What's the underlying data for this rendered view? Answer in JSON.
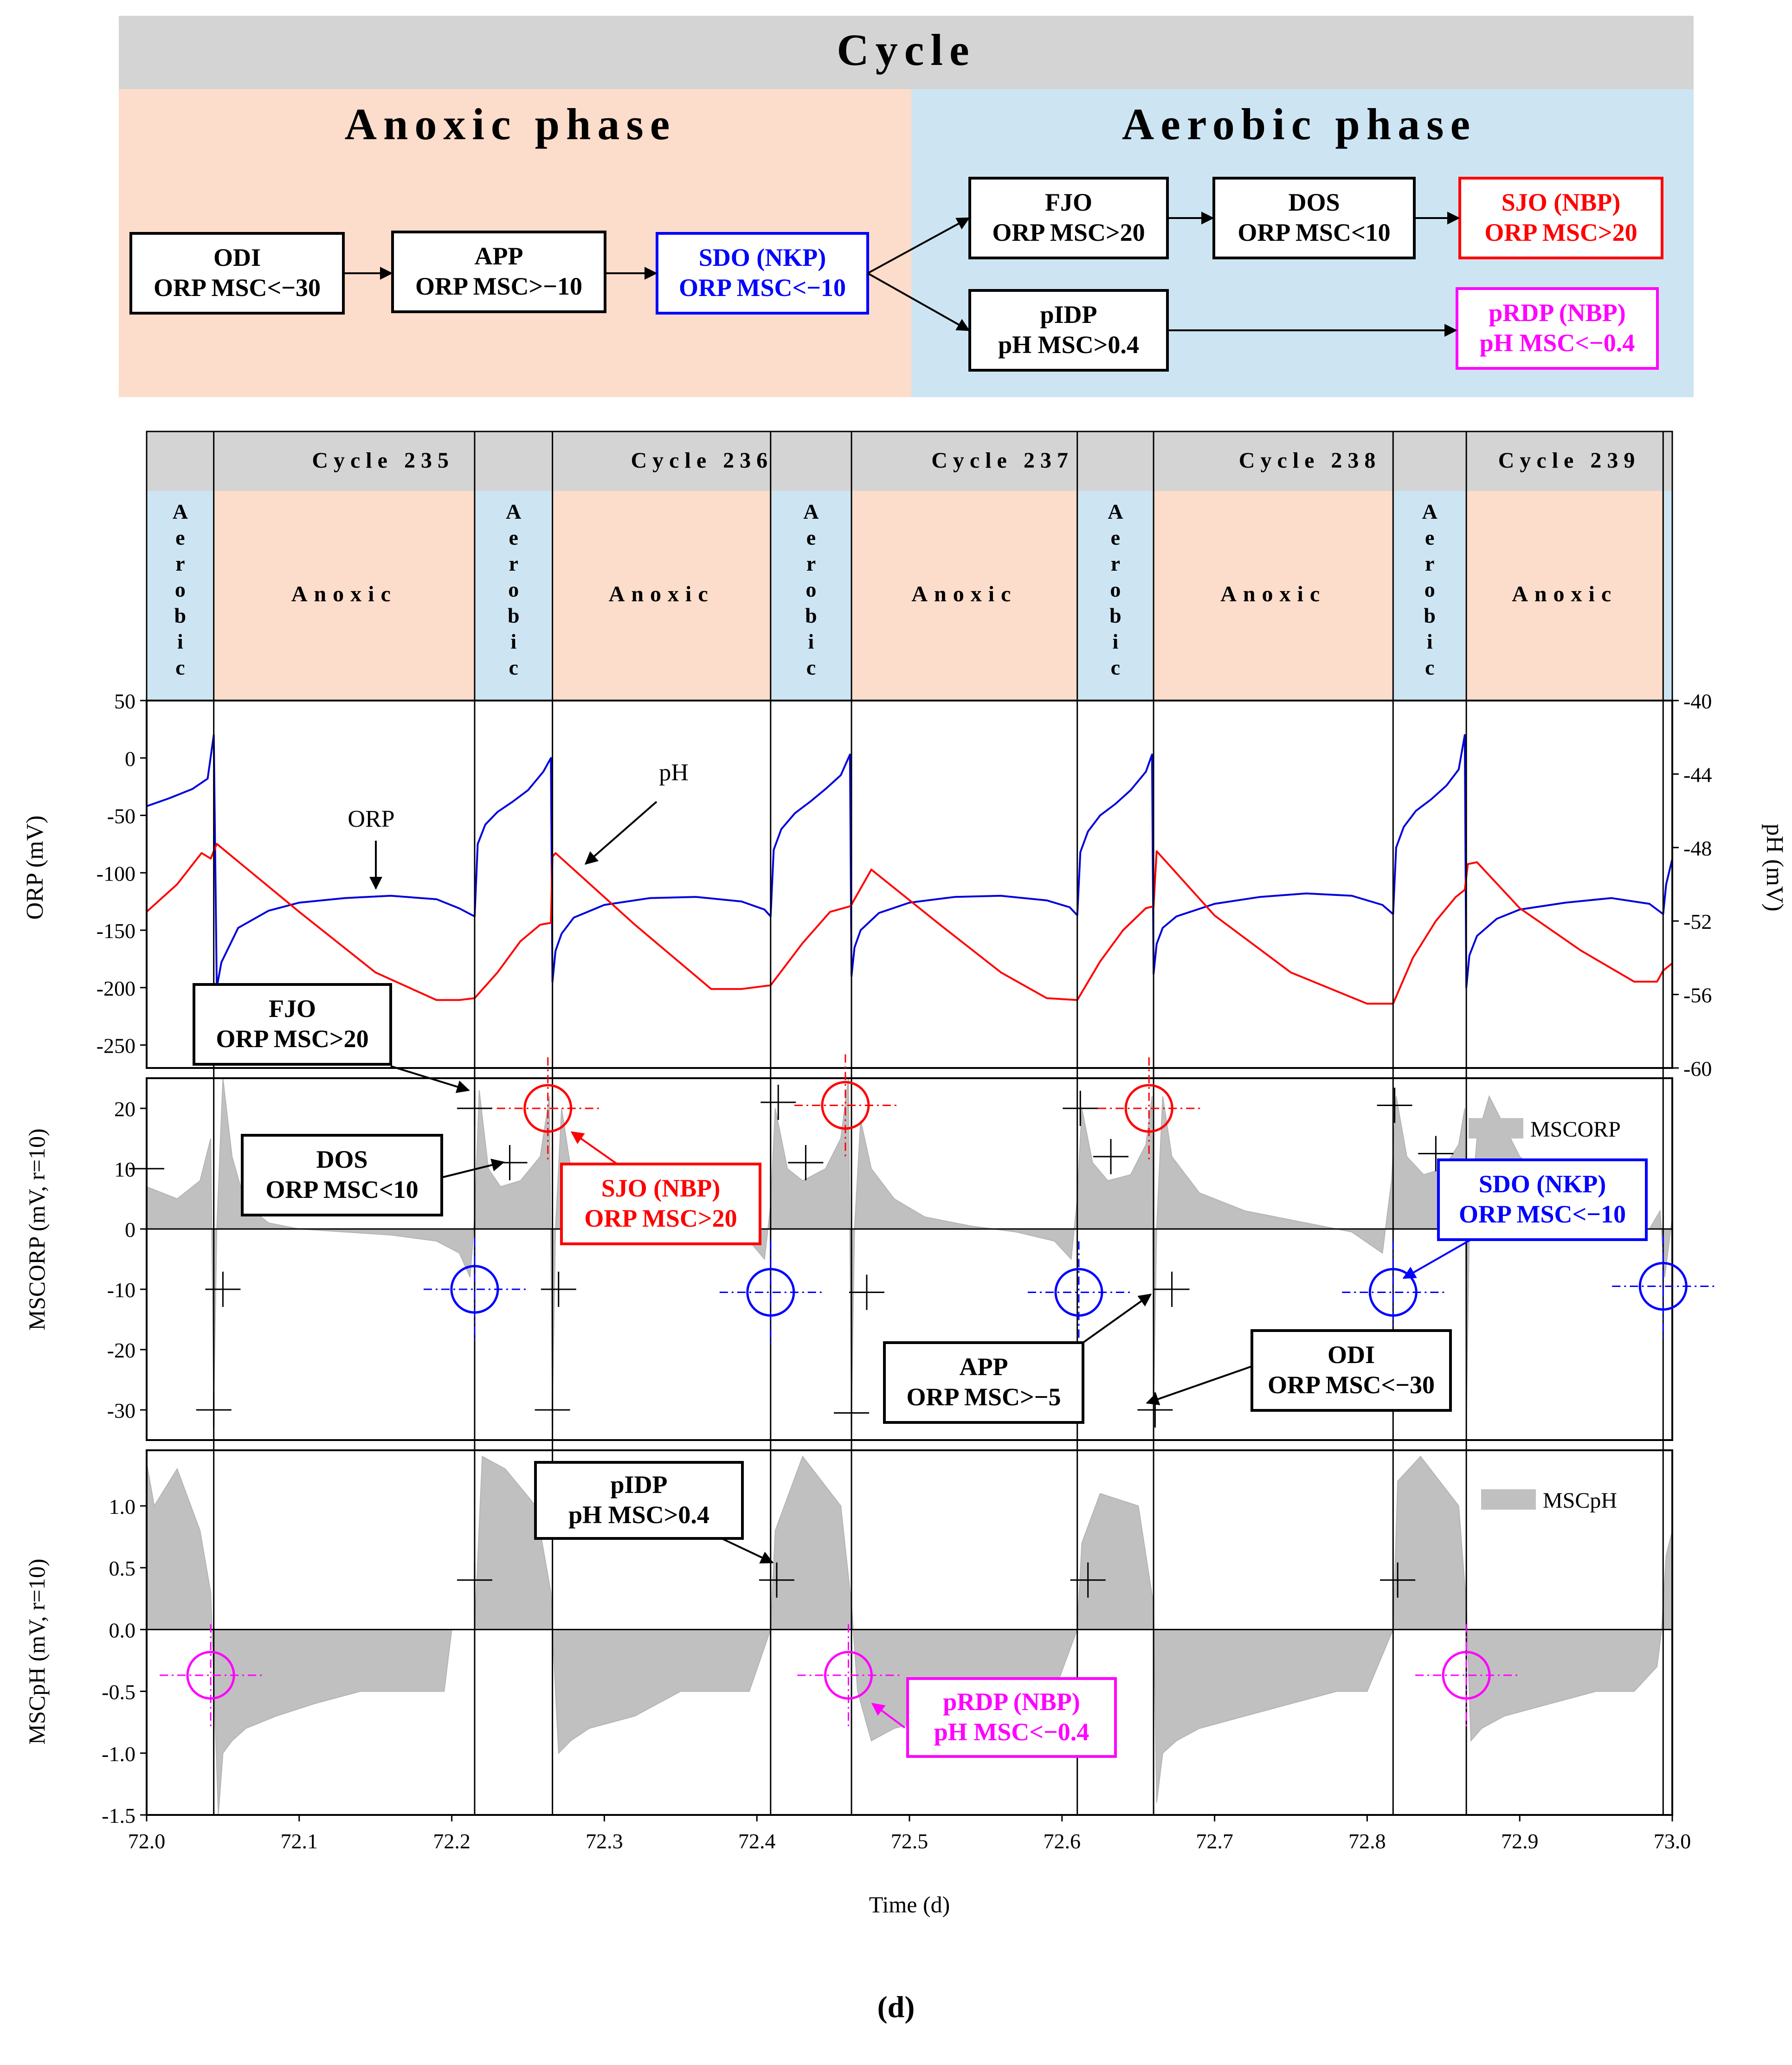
{
  "flowchart": {
    "title": "Cycle",
    "anoxic_title": "Anoxic phase",
    "aerobic_title": "Aerobic phase",
    "boxes": [
      {
        "id": "odi",
        "line1": "ODI",
        "line2": "ORP MSC<−30",
        "color": "#000000"
      },
      {
        "id": "app",
        "line1": "APP",
        "line2": "ORP MSC>−10",
        "color": "#000000"
      },
      {
        "id": "sdo",
        "line1": "SDO (NKP)",
        "line2": "ORP MSC<−10",
        "color": "#0000ff"
      },
      {
        "id": "fjo",
        "line1": "FJO",
        "line2": "ORP MSC>20",
        "color": "#000000"
      },
      {
        "id": "dos",
        "line1": "DOS",
        "line2": "ORP MSC<10",
        "color": "#000000"
      },
      {
        "id": "sjo",
        "line1": "SJO (NBP)",
        "line2": "ORP MSC>20",
        "color": "#ff0000"
      },
      {
        "id": "pidp",
        "line1": "pIDP",
        "line2": "pH MSC>0.4",
        "color": "#000000"
      },
      {
        "id": "prdp",
        "line1": "pRDP (NBP)",
        "line2": "pH MSC<−0.4",
        "color": "#ff00ff"
      }
    ]
  },
  "timeline": {
    "cycles": [
      {
        "label": "Cycle 235",
        "start": 72.044,
        "end": 72.266
      },
      {
        "label": "Cycle 236",
        "start": 72.266,
        "end": 72.462
      },
      {
        "label": "Cycle 237",
        "start": 72.462,
        "end": 72.66
      },
      {
        "label": "Cycle 238",
        "start": 72.66,
        "end": 72.865
      },
      {
        "label": "Cycle 239",
        "start": 72.865,
        "end": 73.0
      }
    ],
    "phases": [
      {
        "label": "Aerobic",
        "start": 72.0,
        "end": 72.044
      },
      {
        "label": "Anoxic",
        "start": 72.044,
        "end": 72.215
      },
      {
        "label": "Aerobic",
        "start": 72.215,
        "end": 72.266
      },
      {
        "label": "Anoxic",
        "start": 72.266,
        "end": 72.409
      },
      {
        "label": "Aerobic",
        "start": 72.409,
        "end": 72.462
      },
      {
        "label": "Anoxic",
        "start": 72.462,
        "end": 72.61
      },
      {
        "label": "Aerobic",
        "start": 72.61,
        "end": 72.66
      },
      {
        "label": "Anoxic",
        "start": 72.66,
        "end": 72.817
      },
      {
        "label": "Aerobic",
        "start": 72.817,
        "end": 72.865
      },
      {
        "label": "Anoxic",
        "start": 72.865,
        "end": 72.994
      },
      {
        "label": "",
        "start": 72.994,
        "end": 73.0
      }
    ],
    "colors": {
      "aerobic": "#cde5f3",
      "anoxic": "#fcdcca",
      "cycle_header": "#d4d4d4"
    }
  },
  "chart_data": [
    {
      "type": "line",
      "panel": "ORP and pH",
      "ylabel": "ORP (mV)",
      "y2label": "pH (mV)",
      "xlim": [
        72.0,
        73.0
      ],
      "ylim": [
        -270,
        50
      ],
      "yticks": [
        50,
        0,
        -50,
        -100,
        -150,
        -200,
        -250
      ],
      "y2lim": [
        -60,
        -40
      ],
      "y2ticks": [
        -40,
        -44,
        -48,
        -52,
        -56,
        -60
      ],
      "annotations": [
        {
          "text": "ORP",
          "target": [
            72.15,
            -120
          ]
        },
        {
          "text": "pH",
          "target": [
            72.28,
            -48.6
          ]
        }
      ],
      "series": [
        {
          "name": "ORP",
          "color": "#0000dd",
          "x": [
            72.0,
            72.015,
            72.03,
            72.04,
            72.044,
            72.046,
            72.049,
            72.06,
            72.08,
            72.1,
            72.13,
            72.16,
            72.19,
            72.205,
            72.215,
            72.217,
            72.222,
            72.23,
            72.24,
            72.25,
            72.26,
            72.265,
            72.266,
            72.268,
            72.272,
            72.28,
            72.3,
            72.33,
            72.36,
            72.39,
            72.405,
            72.409,
            72.411,
            72.416,
            72.425,
            72.435,
            72.445,
            72.455,
            72.461,
            72.462,
            72.464,
            72.468,
            72.48,
            72.5,
            72.53,
            72.56,
            72.59,
            72.605,
            72.61,
            72.612,
            72.617,
            72.625,
            72.635,
            72.645,
            72.655,
            72.659,
            72.66,
            72.662,
            72.666,
            72.675,
            72.7,
            72.73,
            72.76,
            72.79,
            72.81,
            72.817,
            72.819,
            72.824,
            72.832,
            72.842,
            72.852,
            72.86,
            72.864,
            72.865,
            72.867,
            72.872,
            72.885,
            72.9,
            72.93,
            72.96,
            72.985,
            72.994,
            72.996,
            73.0
          ],
          "y": [
            -42,
            -35,
            -27,
            -18,
            20,
            -200,
            -178,
            -148,
            -133,
            -126,
            -122,
            -120,
            -123,
            -131,
            -138,
            -75,
            -58,
            -47,
            -38,
            -28,
            -12,
            0,
            -195,
            -168,
            -153,
            -139,
            -128,
            -122,
            -121,
            -125,
            -132,
            -138,
            -80,
            -62,
            -48,
            -38,
            -27,
            -15,
            3,
            -190,
            -165,
            -150,
            -135,
            -126,
            -121,
            -120,
            -124,
            -130,
            -137,
            -82,
            -64,
            -50,
            -40,
            -28,
            -12,
            3,
            -188,
            -162,
            -148,
            -138,
            -127,
            -121,
            -118,
            -120,
            -128,
            -136,
            -78,
            -60,
            -46,
            -36,
            -24,
            -10,
            20,
            -200,
            -172,
            -155,
            -140,
            -132,
            -126,
            -122,
            -127,
            -136,
            -110,
            -88
          ]
        },
        {
          "name": "pH",
          "color": "#ff0000",
          "x": [
            72.0,
            72.02,
            72.036,
            72.042,
            72.046,
            72.1,
            72.15,
            72.19,
            72.205,
            72.215,
            72.23,
            72.245,
            72.258,
            72.265,
            72.266,
            72.268,
            72.32,
            72.37,
            72.39,
            72.409,
            72.43,
            72.448,
            72.461,
            72.462,
            72.475,
            72.52,
            72.56,
            72.59,
            72.61,
            72.625,
            72.64,
            72.655,
            72.66,
            72.662,
            72.7,
            72.75,
            72.8,
            72.817,
            72.83,
            72.845,
            72.858,
            72.864,
            72.866,
            72.872,
            72.9,
            72.94,
            72.975,
            72.99,
            72.994,
            73.0
          ],
          "y": [
            -51.5,
            -50,
            -48.3,
            -48.6,
            -47.8,
            -51.5,
            -54.8,
            -56.3,
            -56.3,
            -56.2,
            -54.8,
            -53.1,
            -52.2,
            -52.1,
            -48.5,
            -48.3,
            -52.2,
            -55.7,
            -55.7,
            -55.5,
            -53.2,
            -51.5,
            -51.2,
            -51.1,
            -49.2,
            -52.2,
            -54.8,
            -56.2,
            -56.3,
            -54.2,
            -52.5,
            -51.3,
            -51.2,
            -48.2,
            -51.7,
            -54.8,
            -56.5,
            -56.5,
            -54,
            -52,
            -50.7,
            -50.3,
            -48.9,
            -48.8,
            -51.3,
            -53.6,
            -55.3,
            -55.3,
            -54.7,
            -54.3
          ]
        }
      ]
    },
    {
      "type": "area",
      "panel": "MSC ORP",
      "ylabel": "MSCORP (mV, r=10)",
      "legend": "MSCORP",
      "xlim": [
        72.0,
        73.0
      ],
      "ylim": [
        -35,
        25
      ],
      "yticks": [
        20,
        10,
        0,
        -10,
        -20,
        -30
      ],
      "x": [
        72.0,
        72.02,
        72.035,
        72.042,
        72.044,
        72.046,
        72.05,
        72.056,
        72.065,
        72.08,
        72.1,
        72.13,
        72.16,
        72.19,
        72.205,
        72.212,
        72.215,
        72.218,
        72.224,
        72.232,
        72.245,
        72.258,
        72.264,
        72.266,
        72.268,
        72.272,
        72.278,
        72.29,
        72.31,
        72.34,
        72.37,
        72.395,
        72.405,
        72.409,
        72.412,
        72.42,
        72.43,
        72.445,
        72.455,
        72.46,
        72.462,
        72.464,
        72.468,
        72.475,
        72.49,
        72.51,
        72.54,
        72.57,
        72.595,
        72.606,
        72.61,
        72.613,
        72.62,
        72.63,
        72.645,
        72.655,
        72.659,
        72.66,
        72.662,
        72.666,
        72.672,
        72.69,
        72.72,
        72.76,
        72.79,
        72.81,
        72.816,
        72.819,
        72.826,
        72.837,
        72.85,
        72.86,
        72.864,
        72.865,
        72.867,
        72.872,
        72.88,
        72.9,
        72.93,
        72.96,
        72.985,
        72.992,
        72.995,
        73.0
      ],
      "values": [
        7,
        5,
        8,
        15,
        -30,
        0,
        25,
        12,
        4,
        1,
        0,
        -0.5,
        -1,
        -2,
        -4,
        -8,
        2,
        23,
        10,
        7,
        8,
        12,
        22,
        -30,
        0,
        20,
        10,
        4,
        1,
        0,
        -0.5,
        -2,
        -5,
        4,
        20,
        10,
        8,
        10,
        15,
        25,
        -31,
        0,
        18,
        10,
        5,
        2,
        0.5,
        -0.5,
        -2,
        -5,
        5,
        20,
        11,
        8,
        9,
        14,
        22,
        -30,
        0,
        22,
        12,
        6,
        3,
        1,
        -0.5,
        -4,
        8,
        22,
        12,
        9,
        10,
        14,
        20,
        -32,
        0,
        15,
        22,
        12,
        6,
        2,
        0,
        3,
        -8,
        2
      ],
      "markers": [
        {
          "type": "cross",
          "x": 72.0,
          "y": 10,
          "label": ""
        },
        {
          "type": "cross",
          "x": 72.05,
          "y": -10,
          "label": "APP"
        },
        {
          "type": "cross",
          "x": 72.044,
          "y": -30,
          "label": "ODI"
        },
        {
          "type": "cross",
          "x": 72.215,
          "y": 20,
          "label": "FJO"
        },
        {
          "type": "cross",
          "x": 72.238,
          "y": 11,
          "label": "DOS"
        },
        {
          "type": "cross",
          "x": 72.27,
          "y": -10,
          "label": "APP"
        },
        {
          "type": "cross",
          "x": 72.266,
          "y": -30,
          "label": "ODI"
        },
        {
          "type": "cross",
          "x": 72.414,
          "y": 21,
          "label": "FJO"
        },
        {
          "type": "cross",
          "x": 72.432,
          "y": 11,
          "label": "DOS"
        },
        {
          "type": "cross",
          "x": 72.472,
          "y": -10.5,
          "label": "APP"
        },
        {
          "type": "cross",
          "x": 72.462,
          "y": -30.5,
          "label": "ODI"
        },
        {
          "type": "cross",
          "x": 72.612,
          "y": 20,
          "label": "FJO"
        },
        {
          "type": "cross",
          "x": 72.632,
          "y": 12,
          "label": "DOS"
        },
        {
          "type": "cross",
          "x": 72.672,
          "y": -10,
          "label": "APP"
        },
        {
          "type": "cross",
          "x": 72.661,
          "y": -30,
          "label": "ODI"
        },
        {
          "type": "cross",
          "x": 72.818,
          "y": 20.5,
          "label": "FJO"
        },
        {
          "type": "cross",
          "x": 72.845,
          "y": 12.5,
          "label": "DOS"
        },
        {
          "type": "circle",
          "x": 72.263,
          "y": 20,
          "color": "#ff0000",
          "label": "SJO (NBP)"
        },
        {
          "type": "circle",
          "x": 72.458,
          "y": 20.5,
          "color": "#ff0000",
          "label": "SJO (NBP)"
        },
        {
          "type": "circle",
          "x": 72.657,
          "y": 20,
          "color": "#ff0000",
          "label": "SJO (NBP)"
        },
        {
          "type": "circle",
          "x": 72.215,
          "y": -10,
          "color": "#0000ff",
          "label": "SDO (NKP)"
        },
        {
          "type": "circle",
          "x": 72.409,
          "y": -10.5,
          "color": "#0000ff",
          "label": "SDO (NKP)"
        },
        {
          "type": "circle",
          "x": 72.611,
          "y": -10.5,
          "color": "#0000ff",
          "label": "SDO (NKP)"
        },
        {
          "type": "circle",
          "x": 72.817,
          "y": -10.5,
          "color": "#0000ff",
          "label": "SDO (NKP)"
        },
        {
          "type": "circle",
          "x": 72.994,
          "y": -9.5,
          "color": "#0000ff",
          "label": "SDO (NKP)"
        }
      ],
      "callouts": [
        {
          "line1": "FJO",
          "line2": "ORP MSC>20",
          "color": "#000000"
        },
        {
          "line1": "DOS",
          "line2": "ORP MSC<10",
          "color": "#000000"
        },
        {
          "line1": "SJO (NBP)",
          "line2": "ORP MSC>20",
          "color": "#ff0000"
        },
        {
          "line1": "SDO (NKP)",
          "line2": "ORP MSC<−10",
          "color": "#0000ff"
        },
        {
          "line1": "APP",
          "line2": "ORP MSC>−5",
          "color": "#000000"
        },
        {
          "line1": "ODI",
          "line2": "ORP MSC<−30",
          "color": "#000000"
        }
      ]
    },
    {
      "type": "area",
      "panel": "MSC pH",
      "ylabel": "MSCpH (mV, r=10)",
      "legend": "MSCpH",
      "xlabel": "Time (d)",
      "xlim": [
        72.0,
        73.0
      ],
      "xticks": [
        72.0,
        72.1,
        72.2,
        72.3,
        72.4,
        72.5,
        72.6,
        72.7,
        72.8,
        72.9,
        73.0
      ],
      "ylim": [
        -1.5,
        1.45
      ],
      "yticks": [
        1.0,
        0.5,
        0.0,
        -0.5,
        -1.0,
        -1.5
      ],
      "x": [
        72.0,
        72.005,
        72.02,
        72.035,
        72.042,
        72.044,
        72.047,
        72.05,
        72.056,
        72.065,
        72.085,
        72.11,
        72.14,
        72.17,
        72.195,
        72.2,
        72.215,
        72.22,
        72.235,
        72.255,
        72.265,
        72.266,
        72.27,
        72.278,
        72.29,
        72.32,
        72.35,
        72.38,
        72.395,
        72.409,
        72.412,
        72.43,
        72.455,
        72.462,
        72.466,
        72.475,
        72.49,
        72.52,
        72.55,
        72.58,
        72.595,
        72.61,
        72.613,
        72.625,
        72.65,
        72.66,
        72.662,
        72.666,
        72.675,
        72.69,
        72.72,
        72.75,
        72.78,
        72.8,
        72.817,
        72.82,
        72.835,
        72.86,
        72.865,
        72.868,
        72.875,
        72.89,
        72.92,
        72.95,
        72.975,
        72.99,
        72.993,
        72.996,
        73.0
      ],
      "values": [
        1.35,
        1.0,
        1.3,
        0.8,
        0.3,
        -0.4,
        -1.5,
        -1.0,
        -0.9,
        -0.8,
        -0.7,
        -0.6,
        -0.5,
        -0.5,
        -0.5,
        0.0,
        0.0,
        1.4,
        1.3,
        1.0,
        0.3,
        0.0,
        -1.0,
        -0.9,
        -0.8,
        -0.7,
        -0.5,
        -0.5,
        -0.5,
        0.0,
        0.8,
        1.4,
        1.0,
        0.2,
        -0.5,
        -0.9,
        -0.8,
        -0.7,
        -0.6,
        -0.5,
        -0.5,
        0.0,
        0.7,
        1.1,
        1.0,
        0.2,
        -1.4,
        -1.0,
        -0.9,
        -0.8,
        -0.7,
        -0.6,
        -0.5,
        -0.5,
        0.0,
        1.2,
        1.4,
        1.0,
        0.2,
        -0.9,
        -0.8,
        -0.7,
        -0.6,
        -0.5,
        -0.5,
        -0.3,
        0.0,
        0.6,
        0.8
      ],
      "markers": [
        {
          "type": "cross",
          "x": 72.215,
          "y": 0.4,
          "label": "pIDP"
        },
        {
          "type": "cross",
          "x": 72.413,
          "y": 0.4,
          "label": "pIDP"
        },
        {
          "type": "cross",
          "x": 72.617,
          "y": 0.4,
          "label": "pIDP"
        },
        {
          "type": "cross",
          "x": 72.82,
          "y": 0.4,
          "label": "pIDP"
        },
        {
          "type": "circle",
          "x": 72.042,
          "y": -0.37,
          "color": "#ff00ff",
          "label": "pRDP (NBP)"
        },
        {
          "type": "circle",
          "x": 72.46,
          "y": -0.37,
          "color": "#ff00ff",
          "label": "pRDP (NBP)"
        },
        {
          "type": "circle",
          "x": 72.865,
          "y": -0.37,
          "color": "#ff00ff",
          "label": "pRDP (NBP)"
        }
      ],
      "callouts": [
        {
          "line1": "pIDP",
          "line2": "pH MSC>0.4",
          "color": "#000000"
        },
        {
          "line1": "pRDP (NBP)",
          "line2": "pH MSC<−0.4",
          "color": "#ff00ff"
        }
      ]
    }
  ],
  "figure_label": "(d)"
}
